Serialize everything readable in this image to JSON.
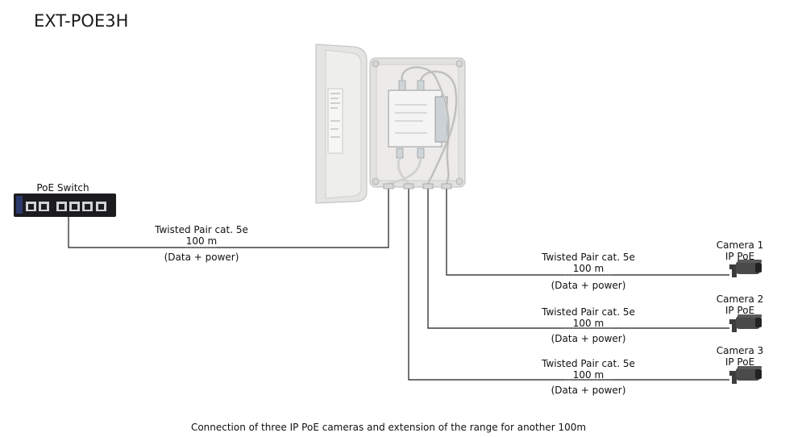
{
  "title": "EXT-POE3H",
  "caption": "Connection of three IP PoE cameras and extension of the range for another 100m",
  "switch": {
    "label": "PoE Switch"
  },
  "link_main": {
    "cable": "Twisted Pair cat. 5e",
    "length": "100 m",
    "note": "(Data + power)"
  },
  "cameras": [
    {
      "name": "Camera 1",
      "type": "IP PoE",
      "cable": "Twisted Pair cat. 5e",
      "length": "100 m",
      "note": "(Data + power)"
    },
    {
      "name": "Camera 2",
      "type": "IP PoE",
      "cable": "Twisted Pair cat. 5e",
      "length": "100 m",
      "note": "(Data + power)"
    },
    {
      "name": "Camera 3",
      "type": "IP PoE",
      "cable": "Twisted Pair cat. 5e",
      "length": "100 m",
      "note": "(Data + power)"
    }
  ],
  "colors": {
    "line": "#1a1a1a",
    "enclosure": "#e6e6e4",
    "switch_body": "#1c1c1e",
    "camera_body": "#4a4a4a"
  }
}
